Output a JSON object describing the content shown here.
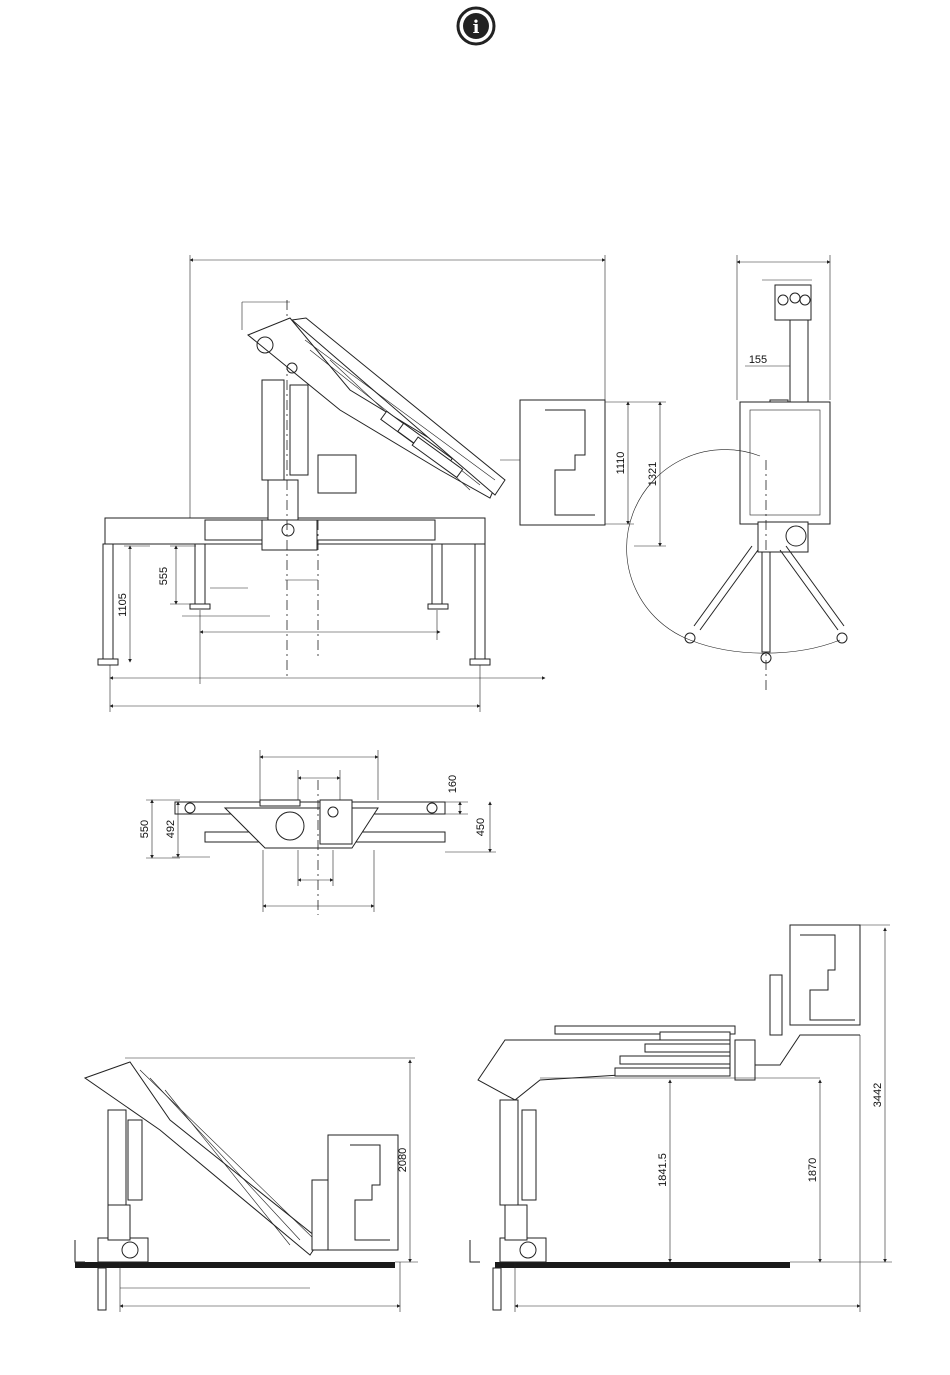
{
  "info_icon": {
    "icon": "info-icon",
    "glyph": "i"
  },
  "views": {
    "side": {
      "dim_height_1": "1110",
      "dim_height_2": "1321",
      "dim_outrigger": "555",
      "dim_leg": "1105"
    },
    "rear": {
      "dim_offset": "155"
    },
    "top": {
      "dim_160": "160",
      "dim_450": "450",
      "dim_492": "492",
      "dim_550": "550"
    },
    "work_left": {
      "dim_height": "2080"
    },
    "work_right": {
      "dim_a": "1841.5",
      "dim_b": "1870",
      "dim_total": "3442"
    }
  }
}
